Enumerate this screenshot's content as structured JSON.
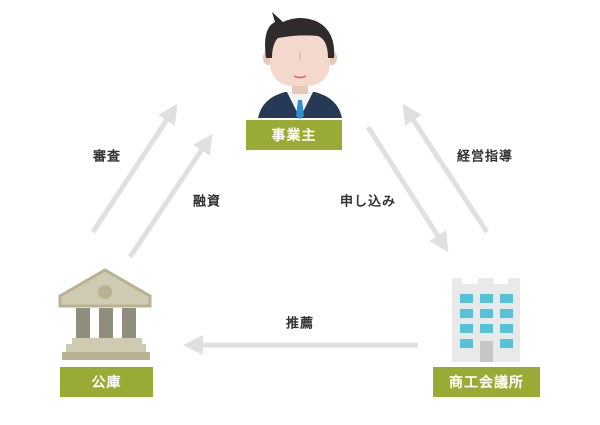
{
  "nodes": {
    "owner": "事業主",
    "bank": "公庫",
    "chamber": "商工会議所"
  },
  "edges": {
    "review": "審査",
    "loan": "融資",
    "application": "申し込み",
    "guidance": "経営指導",
    "recommendation": "推薦"
  },
  "colors": {
    "label_bg": "#9aab35",
    "arrow": "#e0e0e0"
  }
}
